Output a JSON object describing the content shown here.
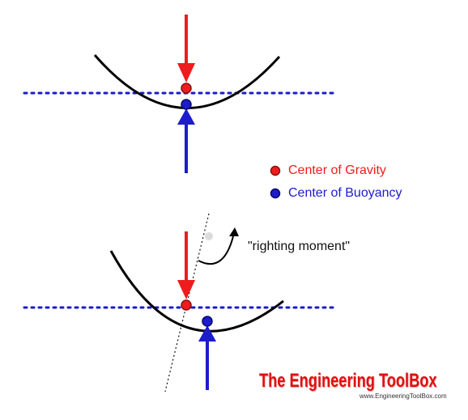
{
  "legend": {
    "center_of_gravity": "Center of Gravity",
    "center_of_buoyancy": "Center of Buoyancy"
  },
  "annotation": {
    "righting_moment": "\"righting moment\""
  },
  "watermark": {
    "name": "The Engineering ToolBox",
    "url": "www.EngineeringToolBox.com"
  },
  "colors": {
    "gravity": "#ee1c1c",
    "buoyancy": "#1c1ccc",
    "waterline": "#1a1acc",
    "hull": "#000000",
    "text": "#111111",
    "brand": "#e01010"
  },
  "icons": {
    "gravity_marker": "red-dot-icon",
    "buoyancy_marker": "blue-dot-icon",
    "rotation": "curved-arrow-icon"
  }
}
